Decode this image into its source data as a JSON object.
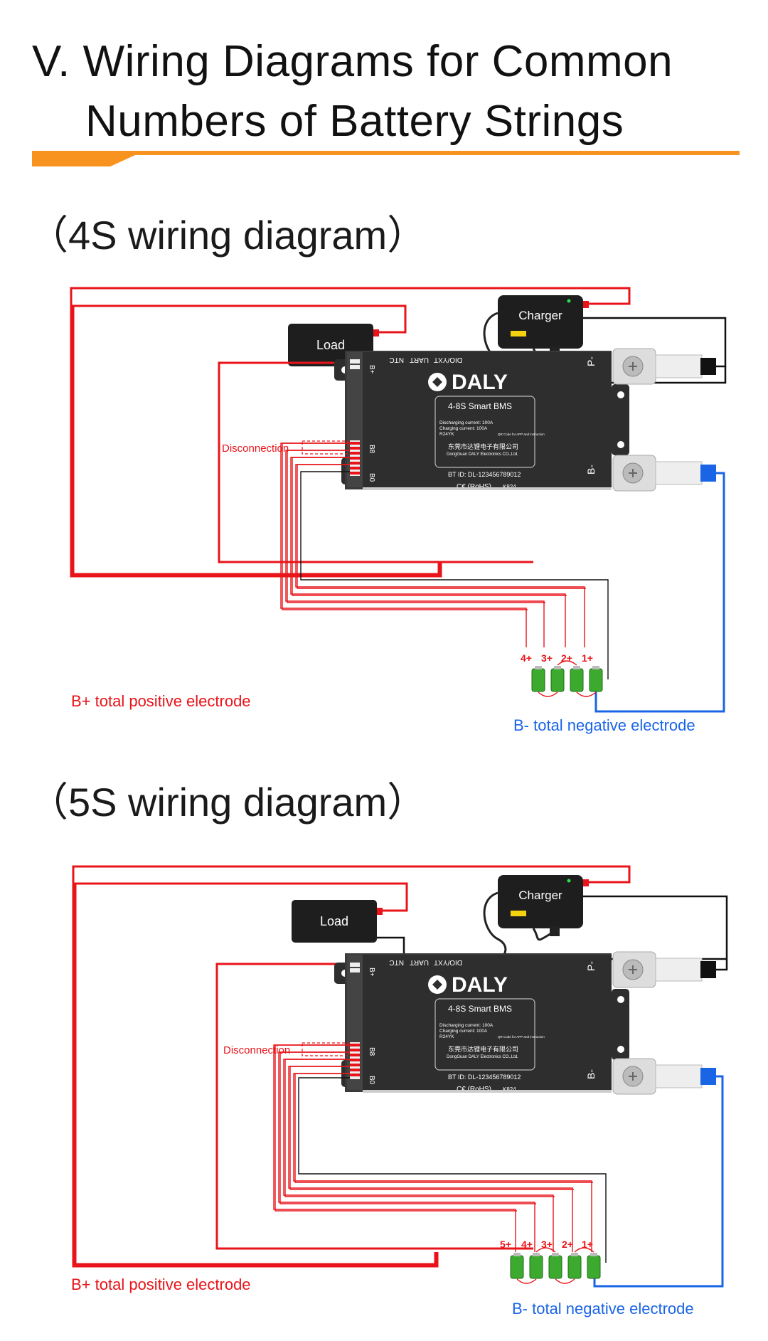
{
  "title": {
    "line1": "V. Wiring Diagrams for Common",
    "line2": "Numbers of Battery Strings"
  },
  "colors": {
    "accent": "#f7931e",
    "positive_wire": "#e8141a",
    "negative_wire": "#1a64e6",
    "signal_wire": "#111111",
    "bms_body": "#2e2e2e",
    "cell": "#3caa2e"
  },
  "sections": [
    {
      "heading": "（4S wiring diagram）",
      "load_label": "Load",
      "charger_label": "Charger",
      "port_labels": {
        "bplus": "B+",
        "ntc": "NTC",
        "uart": "UART",
        "dio": "DIO/YXT",
        "b8": "B8",
        "b0": "B0",
        "pminus": "P-",
        "bminus": "B-"
      },
      "bms": {
        "brand": "DALY",
        "model": "4-8S   Smart  BMS",
        "spec1": "Discharging current: 100A",
        "spec2": "Charging current: 100A",
        "spec3": "R24YK",
        "qr": "QR Code for APP and instruction",
        "company_cn": "东莞市达锂电子有限公司",
        "company_en": "DongGuan DALY Electronics CO.,Ltd.",
        "bt_id": "BT ID: DL-123456789012",
        "marks": "C€ (RoHS)",
        "code": "K824"
      },
      "disconnection_label": "Disconnection",
      "cell_labels": [
        "4+",
        "3+",
        "2+",
        "1+"
      ],
      "bplus_label": "B+ total positive electrode",
      "bminus_label": "B- total negative electrode"
    },
    {
      "heading": "（5S wiring diagram）",
      "load_label": "Load",
      "charger_label": "Charger",
      "port_labels": {
        "bplus": "B+",
        "ntc": "NTC",
        "uart": "UART",
        "dio": "DIO/YXT",
        "b8": "B8",
        "b0": "B0",
        "pminus": "P-",
        "bminus": "B-"
      },
      "bms": {
        "brand": "DALY",
        "model": "4-8S   Smart  BMS",
        "spec1": "Discharging current: 100A",
        "spec2": "Charging current: 100A",
        "spec3": "R24YK",
        "qr": "QR Code for APP and instruction",
        "company_cn": "东莞市达锂电子有限公司",
        "company_en": "DongGuan DALY Electronics CO.,Ltd.",
        "bt_id": "BT ID: DL-123456789012",
        "marks": "C€ (RoHS)",
        "code": "K824"
      },
      "disconnection_label": "Disconnection",
      "cell_labels": [
        "5+",
        "4+",
        "3+",
        "2+",
        "1+"
      ],
      "bplus_label": "B+ total positive electrode",
      "bminus_label": "B- total negative electrode"
    }
  ]
}
